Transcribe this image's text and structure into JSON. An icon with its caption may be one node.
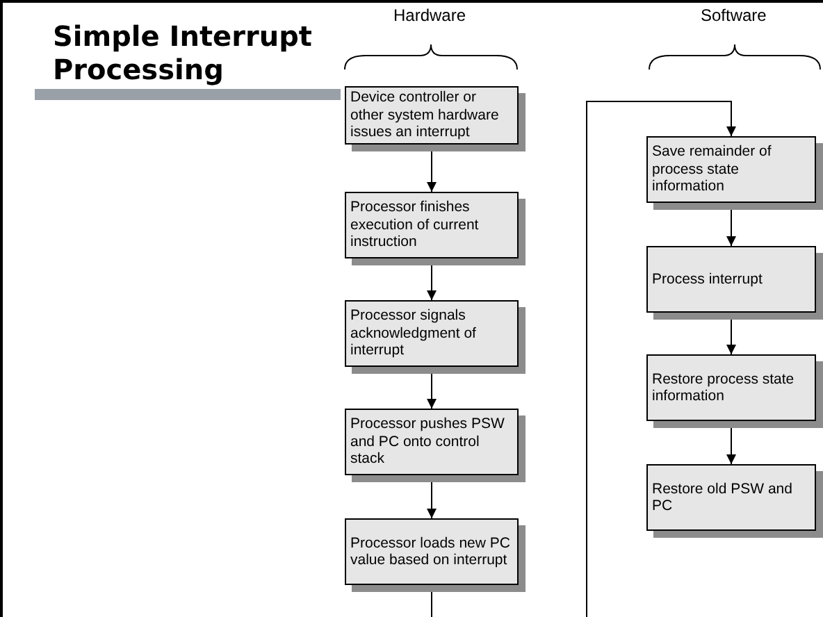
{
  "diagram": {
    "title": "Simple Interrupt Processing",
    "nodes": [
      {
        "text": [
          "Device controller or other system hardware issues an interrupt"
        ]
      },
      {
        "text": [
          "Processor finishes execution of current instruction"
        ]
      },
      {
        "text": [
          "Processor signals acknowledgment of interrupt"
        ]
      },
      {
        "text": [
          "Processor pushes PSW and PC onto control stack"
        ]
      },
      {
        "text": [
          "Processor loads new PC value based on interrupt"
        ]
      },
      {
        "text": [
          "Save remainder of process state information"
        ]
      },
      {
        "text": [
          "Process interrupt"
        ]
      },
      {
        "text": [
          "Restore process state information"
        ]
      },
      {
        "text": [
          "Restore old PSW and PC"
        ]
      }
    ],
    "edges": [
      {
        "from": 0,
        "to": 1,
        "arrow": "to"
      },
      {
        "from": 1,
        "to": 2,
        "arrow": "to"
      },
      {
        "from": 2,
        "to": 3,
        "arrow": "to"
      },
      {
        "from": 3,
        "to": 4,
        "arrow": "to"
      },
      {
        "from": 4,
        "to": 5,
        "arrow": "to"
      },
      {
        "from": 5,
        "to": 6,
        "arrow": "to"
      },
      {
        "from": 6,
        "to": 7,
        "arrow": "to"
      },
      {
        "from": 7,
        "to": 8,
        "arrow": "to"
      }
    ],
    "labels": [
      "Hardware",
      "Software"
    ]
  }
}
